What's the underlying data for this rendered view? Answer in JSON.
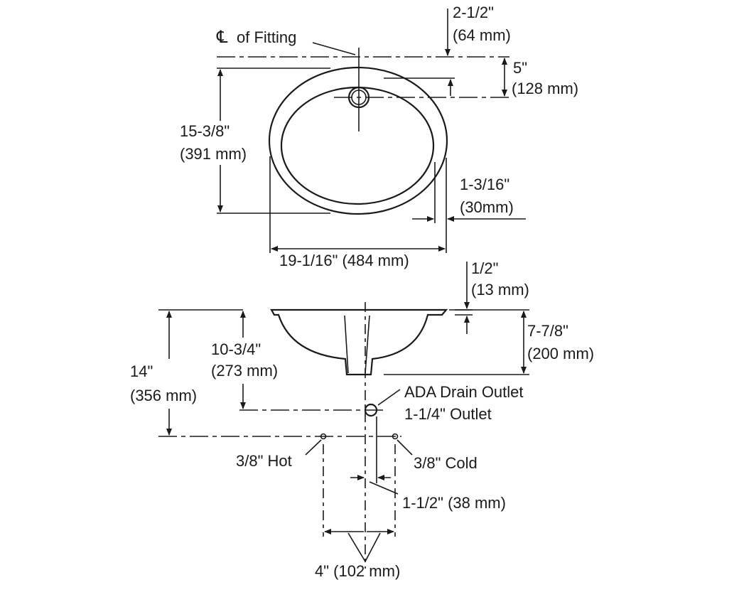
{
  "top_view": {
    "centerline_label": "of Fitting",
    "centerline_symbol": "CL",
    "dim_fitting_offset": [
      "2-1/2\"",
      "(64 mm)"
    ],
    "dim_drain_offset": [
      "5\"",
      "(128 mm)"
    ],
    "dim_depth": [
      "15-3/8\"",
      "(391 mm)"
    ],
    "dim_rim": [
      "1-3/16\"",
      "(30mm)"
    ],
    "dim_width": "19-1/16\" (484 mm)"
  },
  "side_view": {
    "dim_rim_thickness": [
      "1/2\"",
      "(13 mm)"
    ],
    "dim_bowl_depth": [
      "7-7/8\"",
      "(200 mm)"
    ],
    "dim_supply_height": [
      "14\"",
      "(356 mm)"
    ],
    "dim_drain_height": [
      "10-3/4\"",
      "(273 mm)"
    ],
    "drain_label": [
      "ADA Drain Outlet",
      "1-1/4\" Outlet"
    ],
    "hot_label": "3/8\" Hot",
    "cold_label": "3/8\" Cold",
    "dim_drain_offset": "1-1/2\" (38 mm)",
    "dim_supply_spacing": "4\" (102 mm)"
  }
}
